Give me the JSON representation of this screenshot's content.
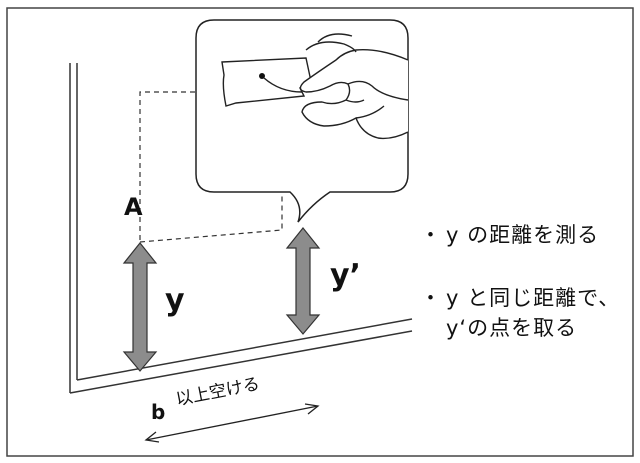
{
  "labels": {
    "point_a": "A",
    "y": "y",
    "y_prime": "y’",
    "b_letter": "b",
    "b_text": "以上空ける"
  },
  "notes": {
    "bullet": "・",
    "note1": "y の距離を測る",
    "note2_line1": "y と同じ距離で、",
    "note2_line2": "y‘の点を取る"
  },
  "colors": {
    "arrow_fill": "#8c8c8c",
    "line": "#333333"
  }
}
